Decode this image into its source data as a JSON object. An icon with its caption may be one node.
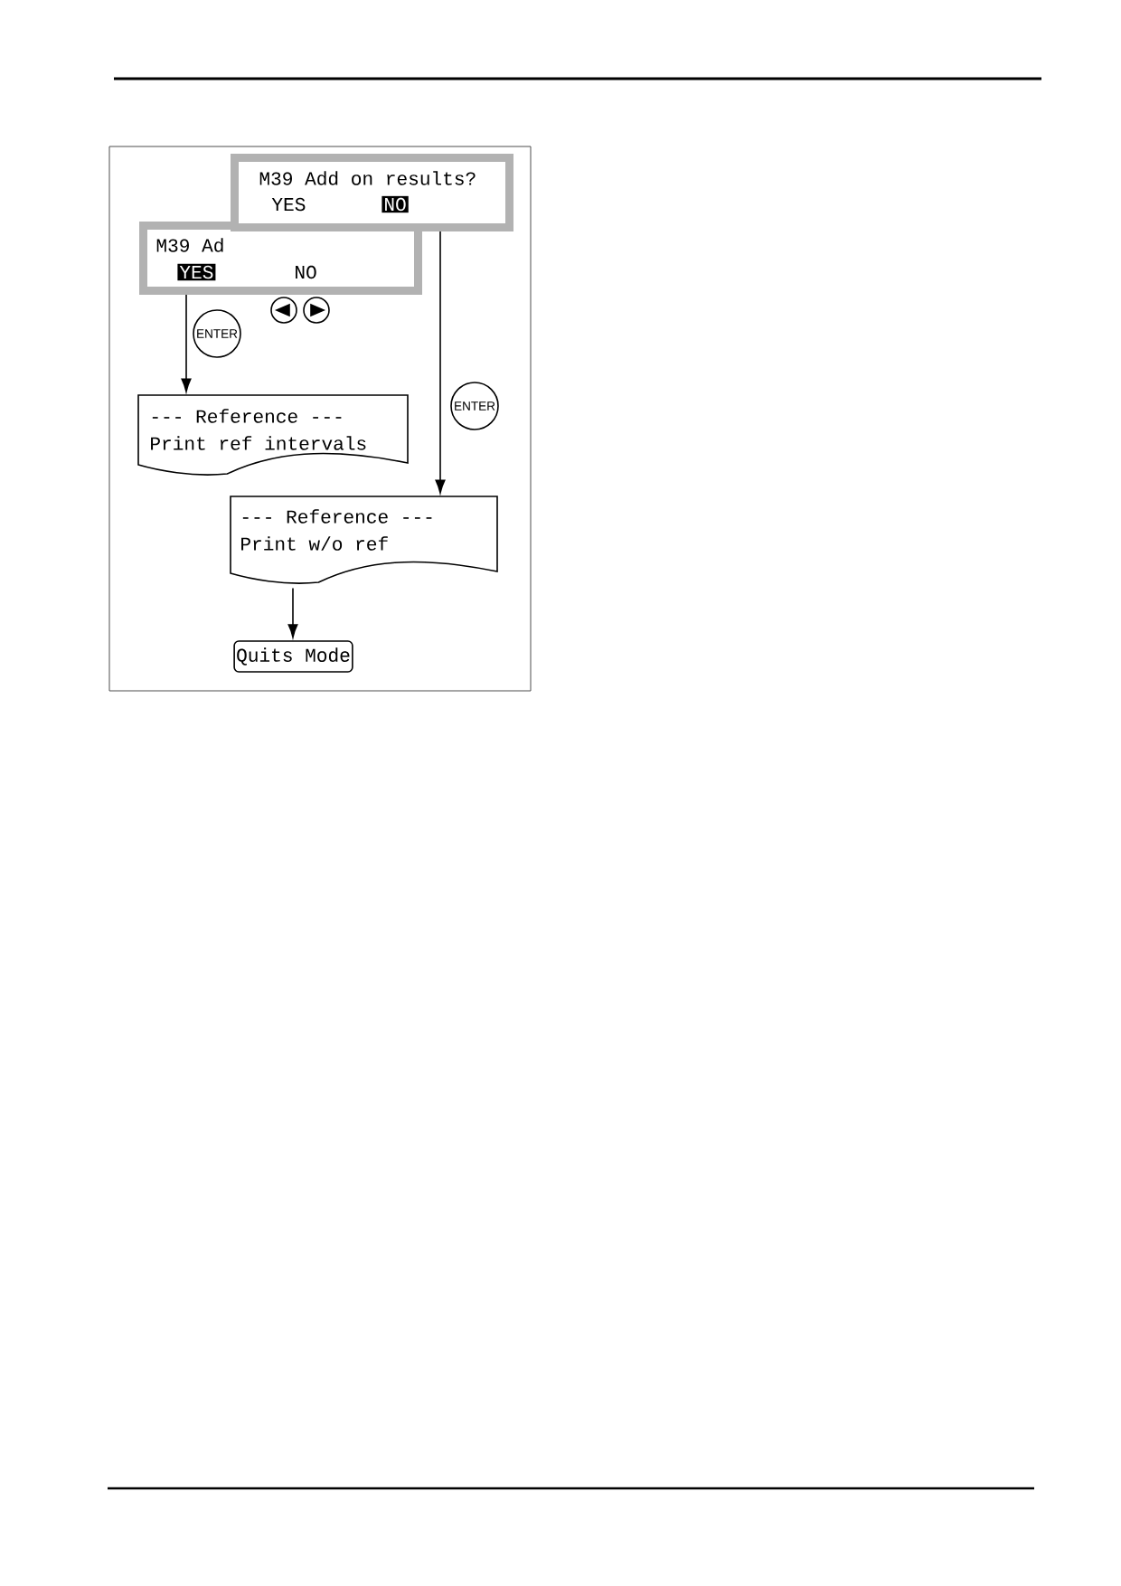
{
  "diagram": {
    "nodes": [
      {
        "text": [
          "M39 Ad",
          "YES",
          "NO"
        ]
      },
      {
        "text": [
          "M39 Add on results?",
          "YES",
          "NO"
        ]
      },
      {
        "text": [
          "--- Reference ---",
          "Print ref intervals"
        ]
      },
      {
        "text": [
          "--- Reference ---",
          "Print w/o ref"
        ]
      },
      {
        "text": [
          "Quits Mode"
        ]
      }
    ],
    "edges": [
      {
        "from": 0,
        "to": 2,
        "arrow": "to",
        "label": "ENTER"
      },
      {
        "from": 1,
        "to": 3,
        "arrow": "to",
        "label": "ENTER"
      },
      {
        "from": 3,
        "to": 4,
        "arrow": "to"
      }
    ]
  }
}
